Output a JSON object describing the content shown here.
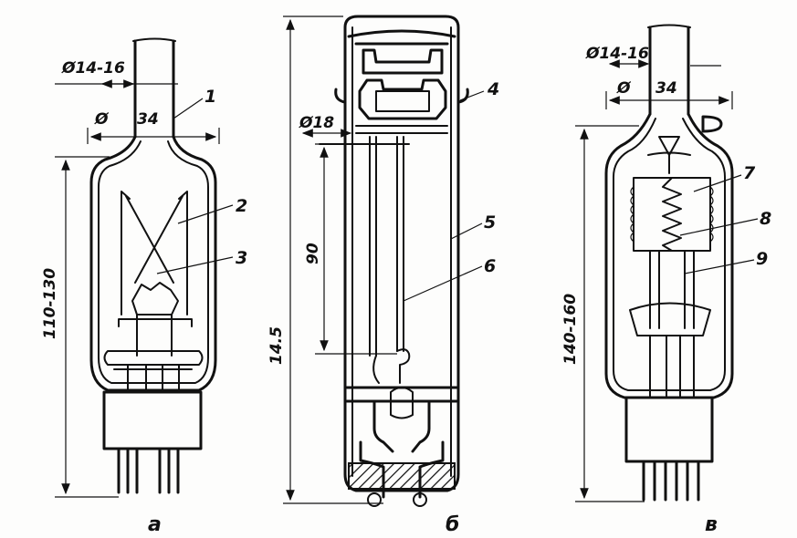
{
  "figure_a": {
    "caption": "а",
    "dim_neck": "Ø14-16",
    "dim_dia_sym": "Ø",
    "dim_dia_val": "34",
    "dim_height": "110-130",
    "callouts": [
      "1",
      "2",
      "3"
    ]
  },
  "figure_b": {
    "caption": "б",
    "dim_dia": "Ø18",
    "dim_inner": "90",
    "dim_height": "14.5",
    "callouts": [
      "4",
      "5",
      "6"
    ]
  },
  "figure_c": {
    "caption": "в",
    "dim_neck": "Ø14-16",
    "dim_dia_sym": "Ø",
    "dim_dia_val": "34",
    "dim_height": "140-160",
    "callouts": [
      "7",
      "8",
      "9"
    ]
  }
}
